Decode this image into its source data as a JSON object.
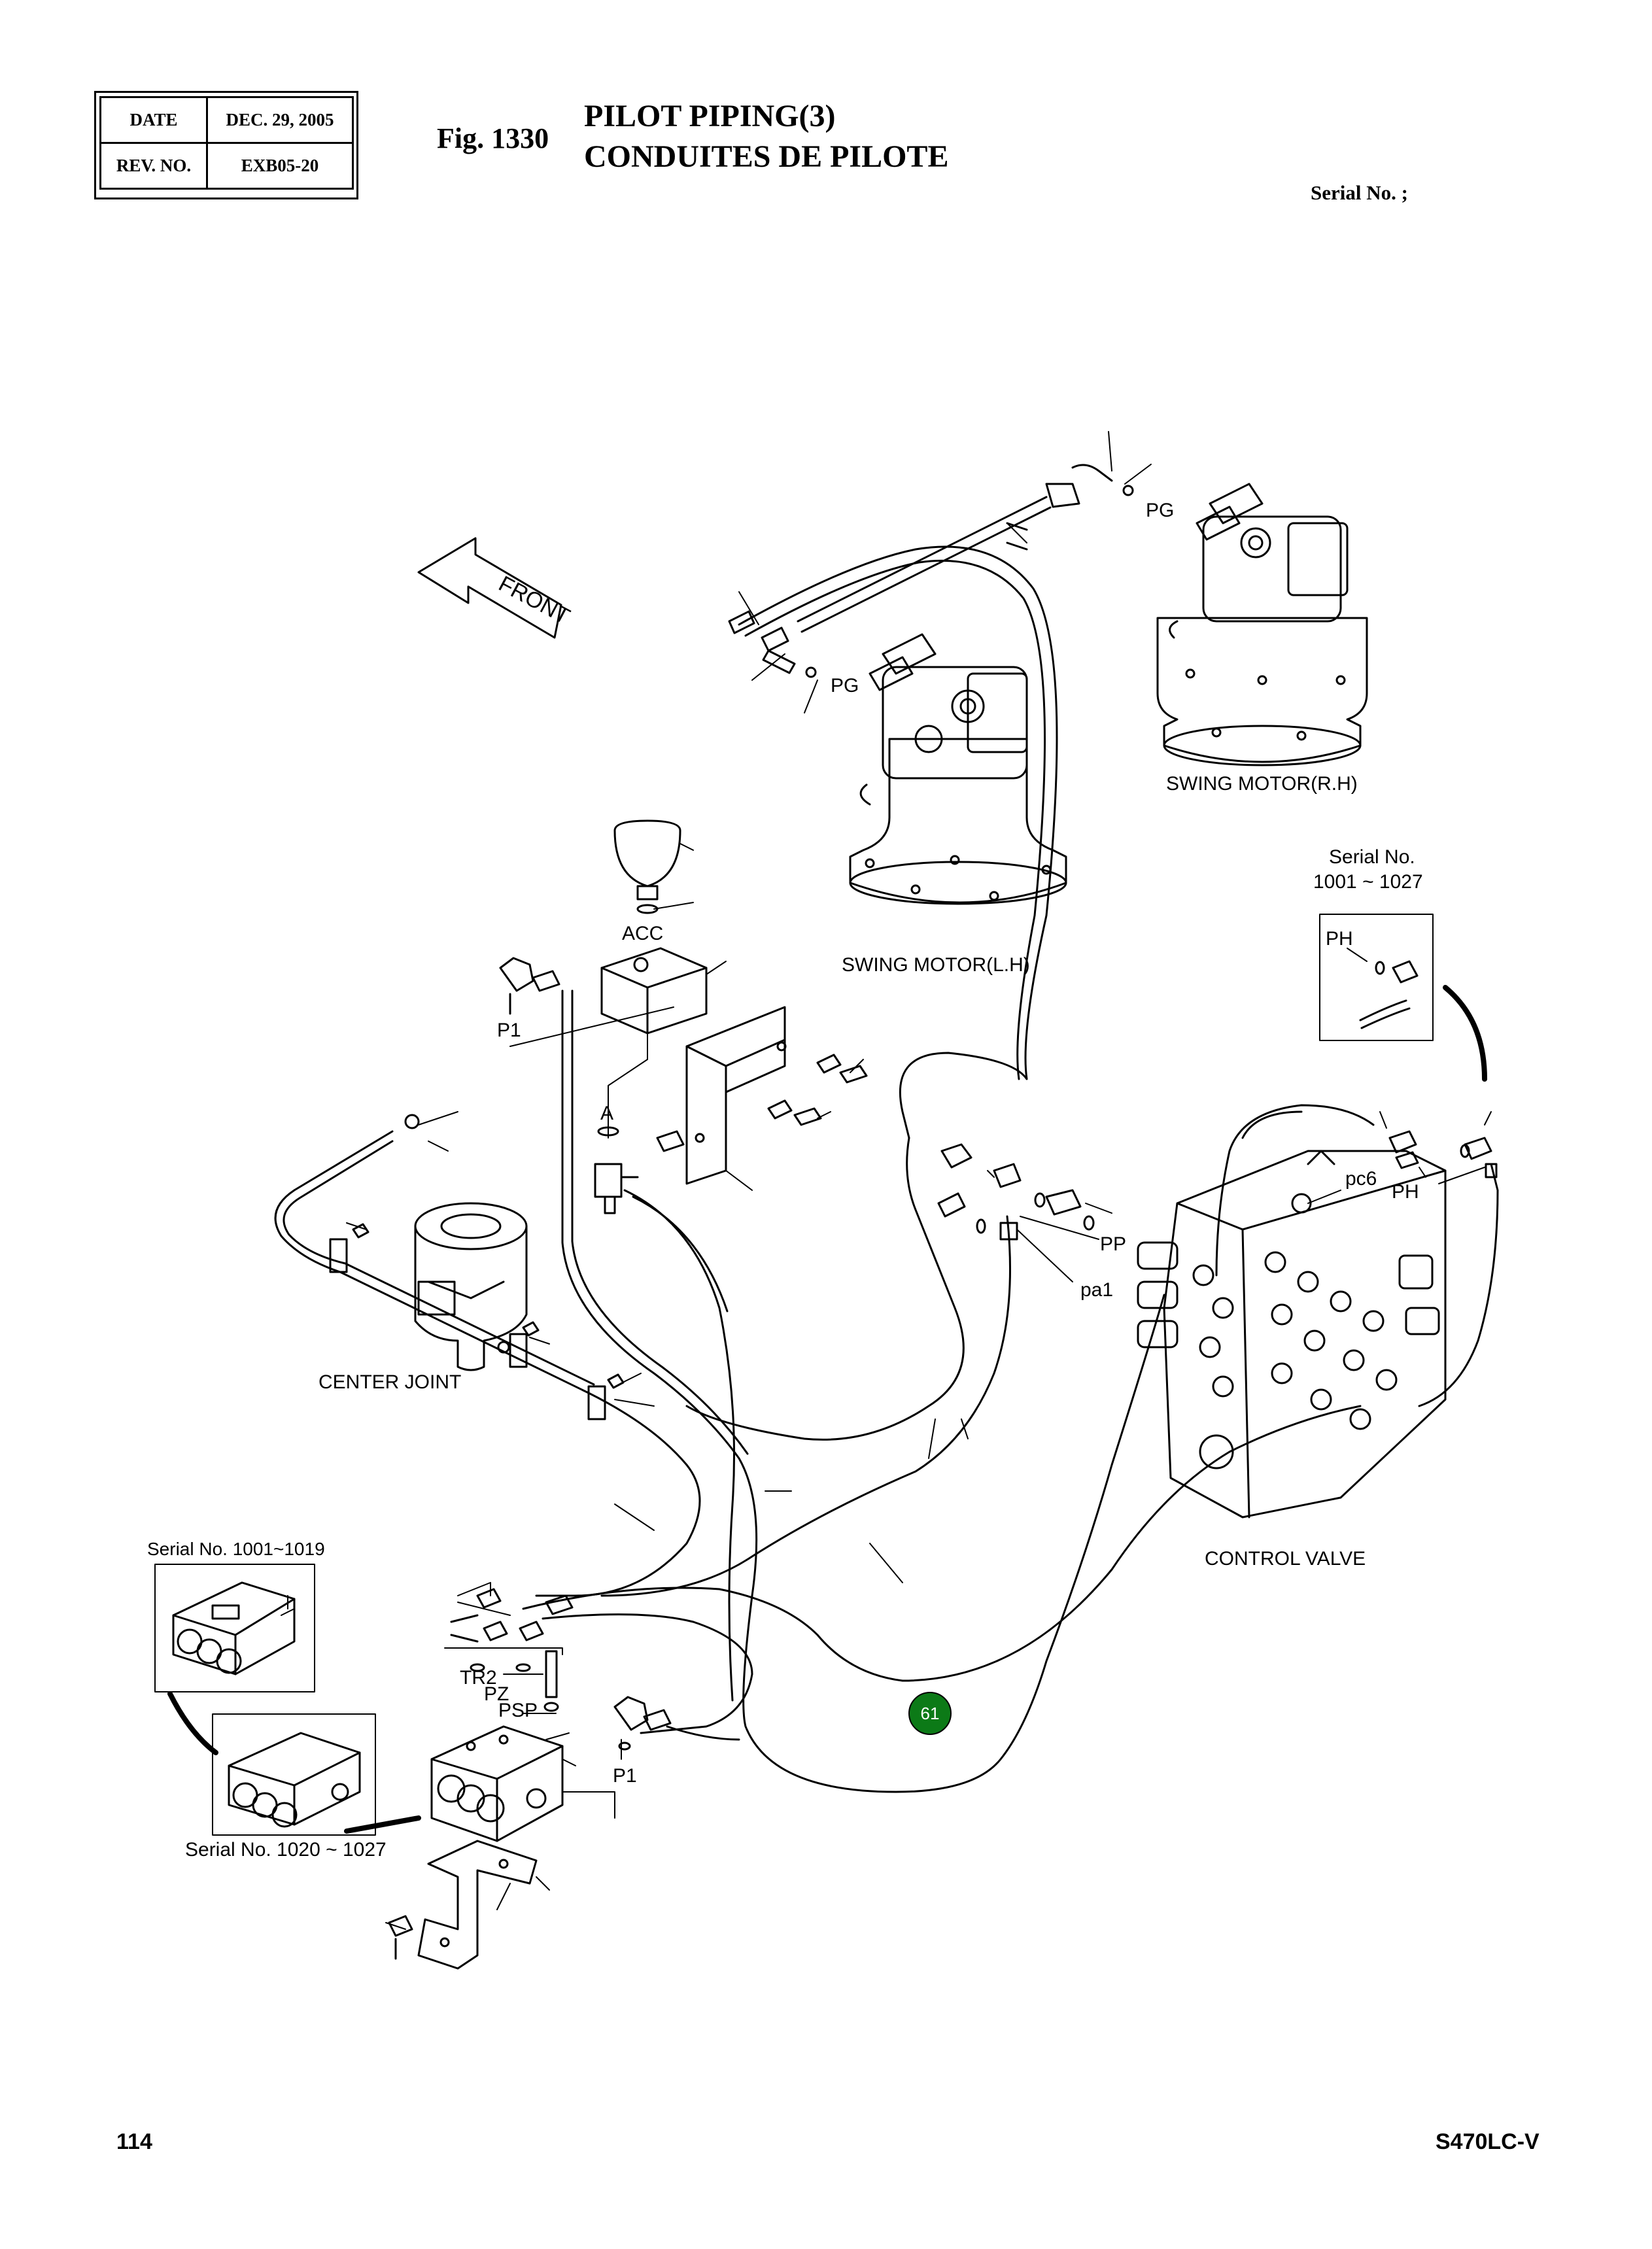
{
  "header": {
    "date_label": "DATE",
    "date_value": "DEC. 29, 2005",
    "rev_label": "REV. NO.",
    "rev_value": "EXB05-20",
    "fig": "Fig. 1330",
    "title_en": "PILOT PIPING(3)",
    "title_fr": "CONDUITES DE PILOTE",
    "serial": "Serial No. ;"
  },
  "labels": {
    "front": "FRONT",
    "pg_upper": "PG",
    "pg_lower": "PG",
    "swing_rh": "SWING MOTOR(R.H)",
    "swing_lh": "SWING MOTOR(L.H)",
    "acc": "ACC",
    "p1_upper": "P1",
    "a": "A",
    "serial_inset_1": "Serial No.",
    "serial_inset_2": "1001 ~ 1027",
    "ph_inset": "PH",
    "pc6": "pc6",
    "ph": "PH",
    "pp": "PP",
    "pa1": "pa1",
    "center_joint": "CENTER JOINT",
    "control_valve": "CONTROL VALVE",
    "serial_1001_1019": "Serial No. 1001~1019",
    "serial_1020_1027": "Serial No. 1020 ~ 1027",
    "tr2": "TR2",
    "pz": "PZ",
    "psp": "PSP",
    "p1_lower": "P1"
  },
  "callout": {
    "number": "61",
    "color": "#0c7a17"
  },
  "footer": {
    "page": "114",
    "model": "S470LC-V"
  }
}
